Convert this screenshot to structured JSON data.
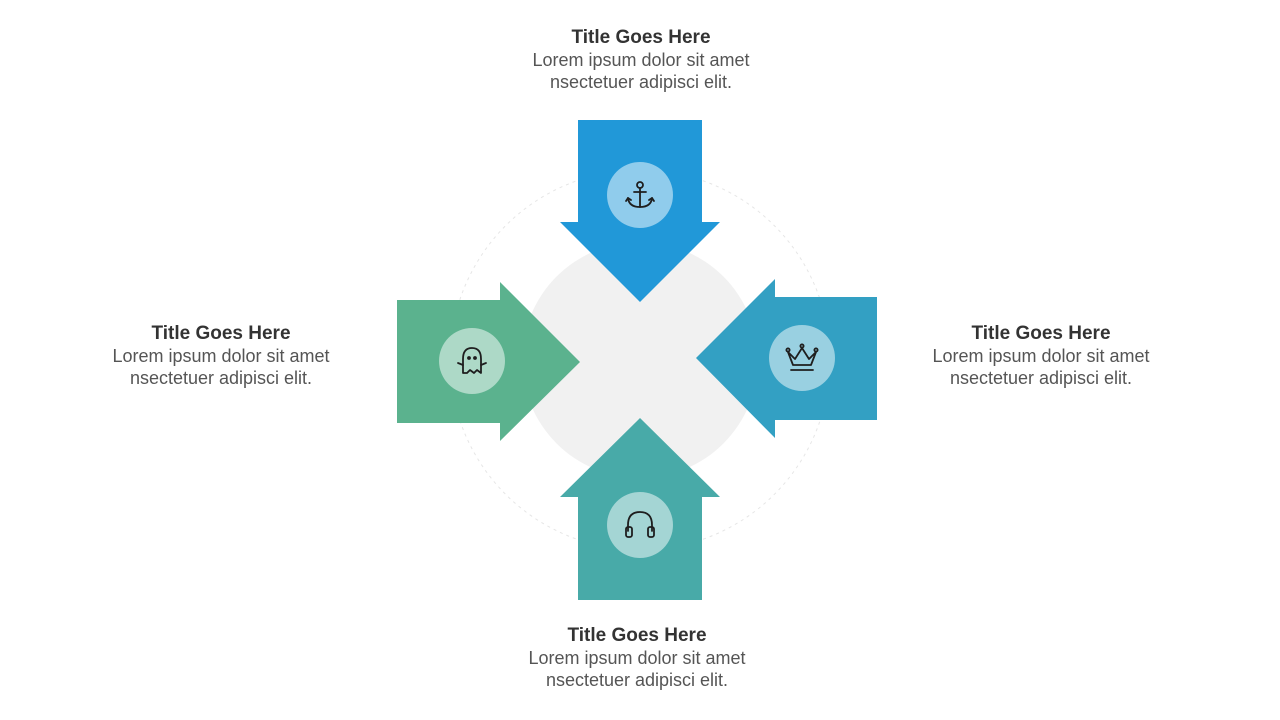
{
  "colors": {
    "top": "#2198d8",
    "left": "#5bb28e",
    "right": "#33a0c3",
    "bottom": "#48aaa8",
    "center": "#f1f1f1",
    "icon_circle": "rgba(255,255,255,0.5)",
    "icon_stroke": "#1e1e1e"
  },
  "items": {
    "top": {
      "title": "Title Goes Here",
      "desc": "Lorem ipsum dolor sit amet\nnsectetuer adipisci elit.",
      "icon": "anchor-icon"
    },
    "left": {
      "title": "Title Goes Here",
      "desc": "Lorem ipsum dolor sit amet\nnsectetuer adipisci elit.",
      "icon": "ghost-icon"
    },
    "right": {
      "title": "Title Goes Here",
      "desc": "Lorem ipsum dolor sit amet\nnsectetuer adipisci elit.",
      "icon": "crown-icon"
    },
    "bottom": {
      "title": "Title Goes Here",
      "desc": "Lorem ipsum dolor sit amet\nnsectetuer adipisci elit.",
      "icon": "headphones-icon"
    }
  }
}
